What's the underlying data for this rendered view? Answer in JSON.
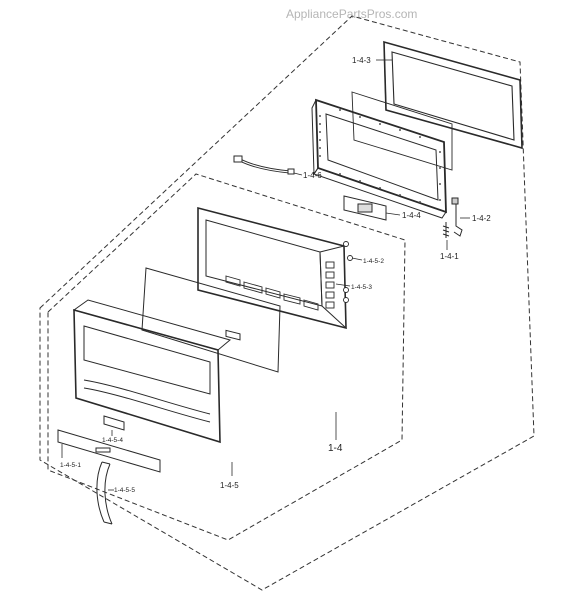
{
  "watermark": "AppliancePartsPros.com",
  "callouts": {
    "c_1_4_3": "1-4-3",
    "c_1_4_6": "1-4-6",
    "c_1_4_4": "1-4-4",
    "c_1_4_2": "1-4-2",
    "c_1_4_1": "1-4-1",
    "c_1_4_5_2": "1-4-5-2",
    "c_1_4_5_3": "1-4-5-3",
    "c_1_4_5_4": "1-4-5-4",
    "c_1_4_5_1": "1-4-5-1",
    "c_1_4_5_5": "1-4-5-5",
    "c_1_4": "1-4",
    "c_1_4_5": "1-4-5"
  },
  "colors": {
    "line": "#2a2a2a",
    "dash": "#333333",
    "watermark": "#b5b5b5"
  }
}
